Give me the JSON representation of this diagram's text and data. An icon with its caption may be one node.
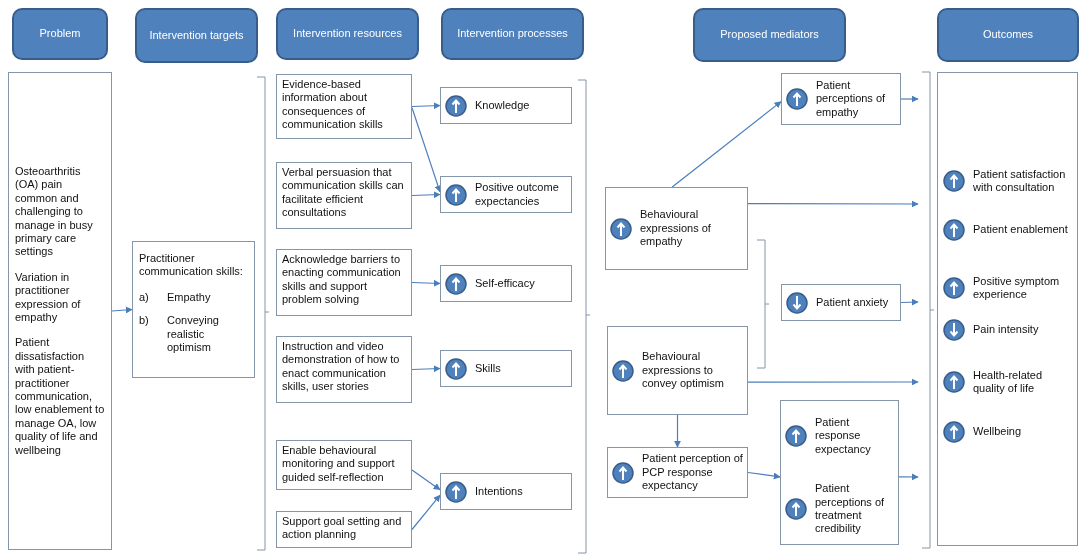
{
  "diagram": {
    "nodes": [
      {
        "text": [
          "Problem"
        ]
      },
      {
        "text": [
          "Intervention targets"
        ]
      },
      {
        "text": [
          "Intervention resources"
        ]
      },
      {
        "text": [
          "Intervention processes"
        ]
      },
      {
        "text": [
          "Proposed mediators"
        ]
      },
      {
        "text": [
          "Outcomes"
        ]
      },
      {
        "text": [
          "Osteoarthritis (OA) pain common and challenging to manage in busy primary care settings",
          "Variation in practitioner expression of empathy",
          "Patient dissatisfaction with patient-practitioner communication, low enablement to manage OA, low quality of life and wellbeing"
        ]
      },
      {
        "text": [
          "Practitioner communication skills:",
          "a)",
          "Empathy",
          "b)",
          "Conveying realistic optimism"
        ]
      },
      {
        "text": [
          "Evidence-based information about consequences of communication skills"
        ]
      },
      {
        "text": [
          "Verbal persuasion that communication skills can facilitate efficient consultations"
        ]
      },
      {
        "text": [
          "Acknowledge barriers to enacting communication skills and support problem solving"
        ]
      },
      {
        "text": [
          "Instruction and video demonstration of how to enact communication skills, user stories"
        ]
      },
      {
        "text": [
          "Enable behavioural monitoring and support guided self-reflection"
        ]
      },
      {
        "text": [
          "Support goal setting and action planning"
        ]
      },
      {
        "text": [
          "Knowledge"
        ]
      },
      {
        "text": [
          "Positive outcome expectancies"
        ]
      },
      {
        "text": [
          "Self-efficacy"
        ]
      },
      {
        "text": [
          "Skills"
        ]
      },
      {
        "text": [
          "Intentions"
        ]
      },
      {
        "text": [
          "Patient perceptions of empathy"
        ]
      },
      {
        "text": [
          "Behavioural expressions of empathy"
        ]
      },
      {
        "text": [
          "Patient anxiety"
        ]
      },
      {
        "text": [
          "Behavioural expressions to convey optimism"
        ]
      },
      {
        "text": [
          "Patient perception of PCP response expectancy"
        ]
      },
      {
        "text": [],
        "shape": "box"
      },
      {
        "text": [
          "Patient response expectancy"
        ],
        "in": 24
      },
      {
        "text": [
          "Patient perceptions of treatment credibility"
        ],
        "in": 24
      },
      {
        "text": [],
        "shape": "box"
      },
      {
        "text": [
          "Patient satisfaction with consultation"
        ],
        "in": 27
      },
      {
        "text": [
          "Patient enablement"
        ],
        "in": 27
      },
      {
        "text": [
          "Positive symptom experience"
        ],
        "in": 27
      },
      {
        "text": [
          "Pain intensity"
        ],
        "in": 27
      },
      {
        "text": [
          "Health-related quality of life"
        ],
        "in": 27
      },
      {
        "text": [
          "Wellbeing"
        ],
        "in": 27
      }
    ],
    "edges": [
      {
        "from": 6,
        "to": 7,
        "arrow": "to"
      },
      {
        "from": 8,
        "to": 14,
        "arrow": "to"
      },
      {
        "from": 8,
        "to": 15,
        "arrow": "to"
      },
      {
        "from": 9,
        "to": 15,
        "arrow": "to"
      },
      {
        "from": 10,
        "to": 16,
        "arrow": "to"
      },
      {
        "from": 11,
        "to": 17,
        "arrow": "to"
      },
      {
        "from": 12,
        "to": 18,
        "arrow": "to"
      },
      {
        "from": 13,
        "to": 18,
        "arrow": "to"
      },
      {
        "from": 20,
        "to": 19,
        "arrow": "to"
      },
      {
        "from": 20,
        "to": 27,
        "arrow": "to"
      },
      {
        "from": 22,
        "to": 27,
        "arrow": "to"
      },
      {
        "from": 22,
        "to": 23,
        "arrow": "to"
      },
      {
        "from": 23,
        "to": 24,
        "arrow": "to"
      },
      {
        "from": 19,
        "to": 27,
        "arrow": "to"
      },
      {
        "from": 21,
        "to": 27,
        "arrow": "to"
      },
      {
        "from": 24,
        "to": 27,
        "arrow": "to"
      }
    ]
  }
}
